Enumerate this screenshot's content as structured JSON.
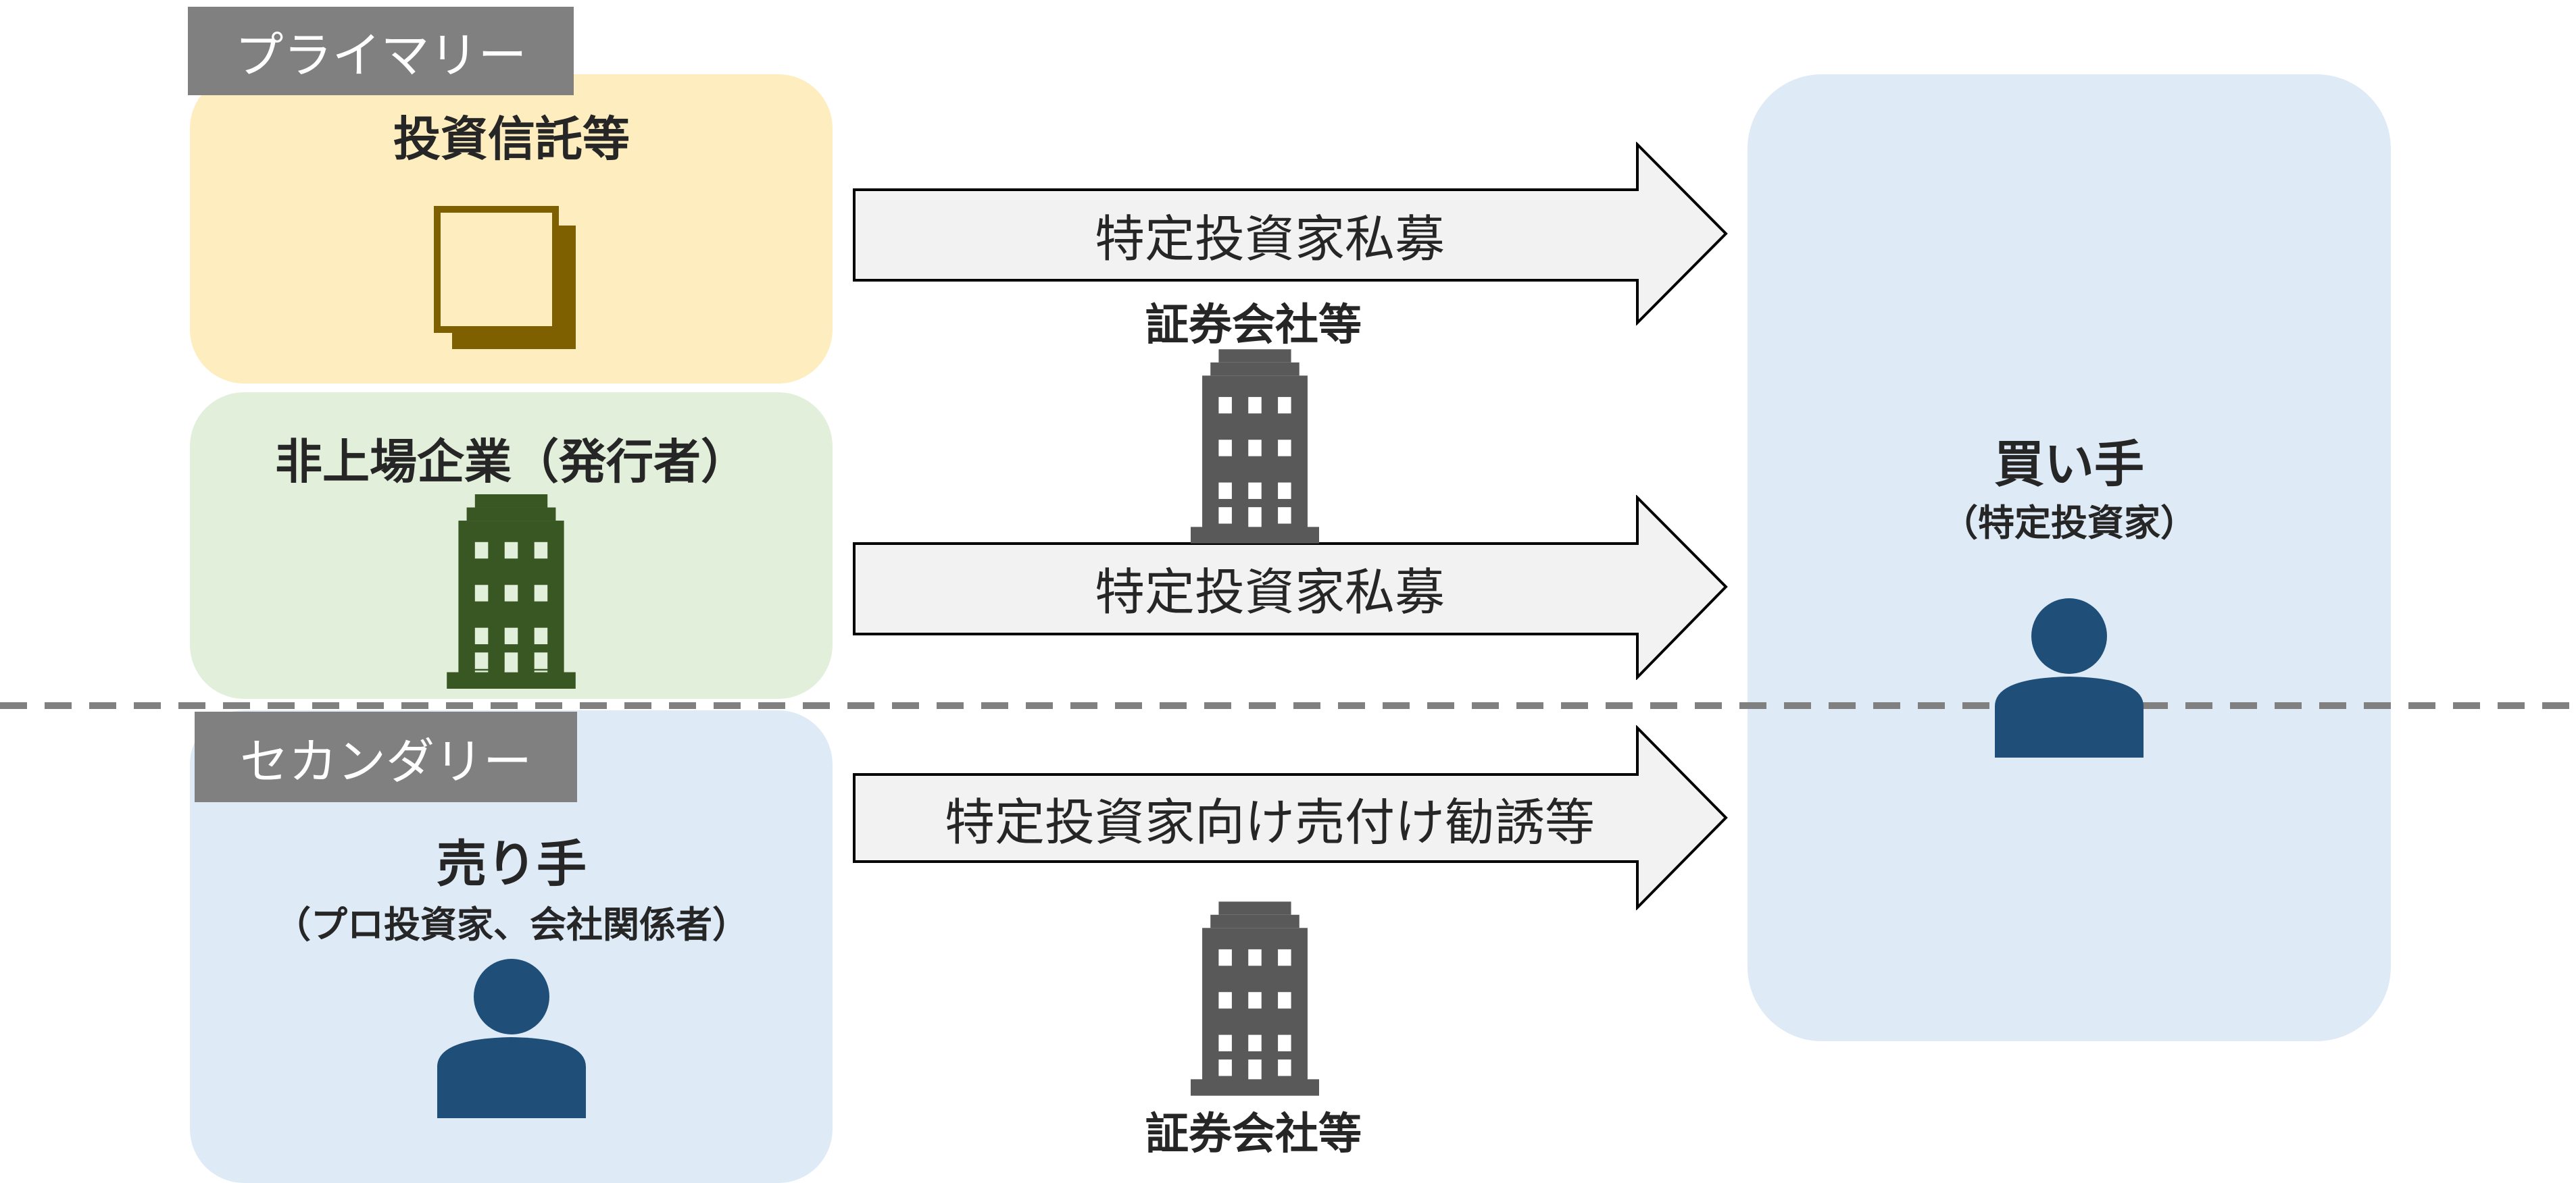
{
  "sections": {
    "primary_label": "プライマリー",
    "secondary_label": "セカンダリー"
  },
  "boxes": {
    "fund": {
      "title": "投資信託等",
      "icon": "document-icon",
      "color": "#fdedbf",
      "icon_color": "#7f6000"
    },
    "issuer": {
      "title": "非上場企業（発行者）",
      "icon": "building-icon",
      "color": "#e2efda",
      "icon_color": "#385723"
    },
    "seller": {
      "title": "売り手",
      "subtitle": "（プロ投資家、会社関係者）",
      "icon": "person-icon",
      "color": "#deebf7",
      "icon_color": "#1f4e79"
    },
    "buyer": {
      "title": "買い手",
      "subtitle": "（特定投資家）",
      "icon": "person-icon",
      "color": "#deebf7",
      "icon_color": "#1f4e79"
    }
  },
  "arrows": [
    {
      "label": "特定投資家私募"
    },
    {
      "label": "特定投資家私募"
    },
    {
      "label": "特定投資家向け売付け勧誘等"
    }
  ],
  "intermediaries": [
    {
      "label": "証券会社等",
      "icon": "building-icon",
      "color": "#595959"
    },
    {
      "label": "証券会社等",
      "icon": "building-icon",
      "color": "#595959"
    }
  ]
}
